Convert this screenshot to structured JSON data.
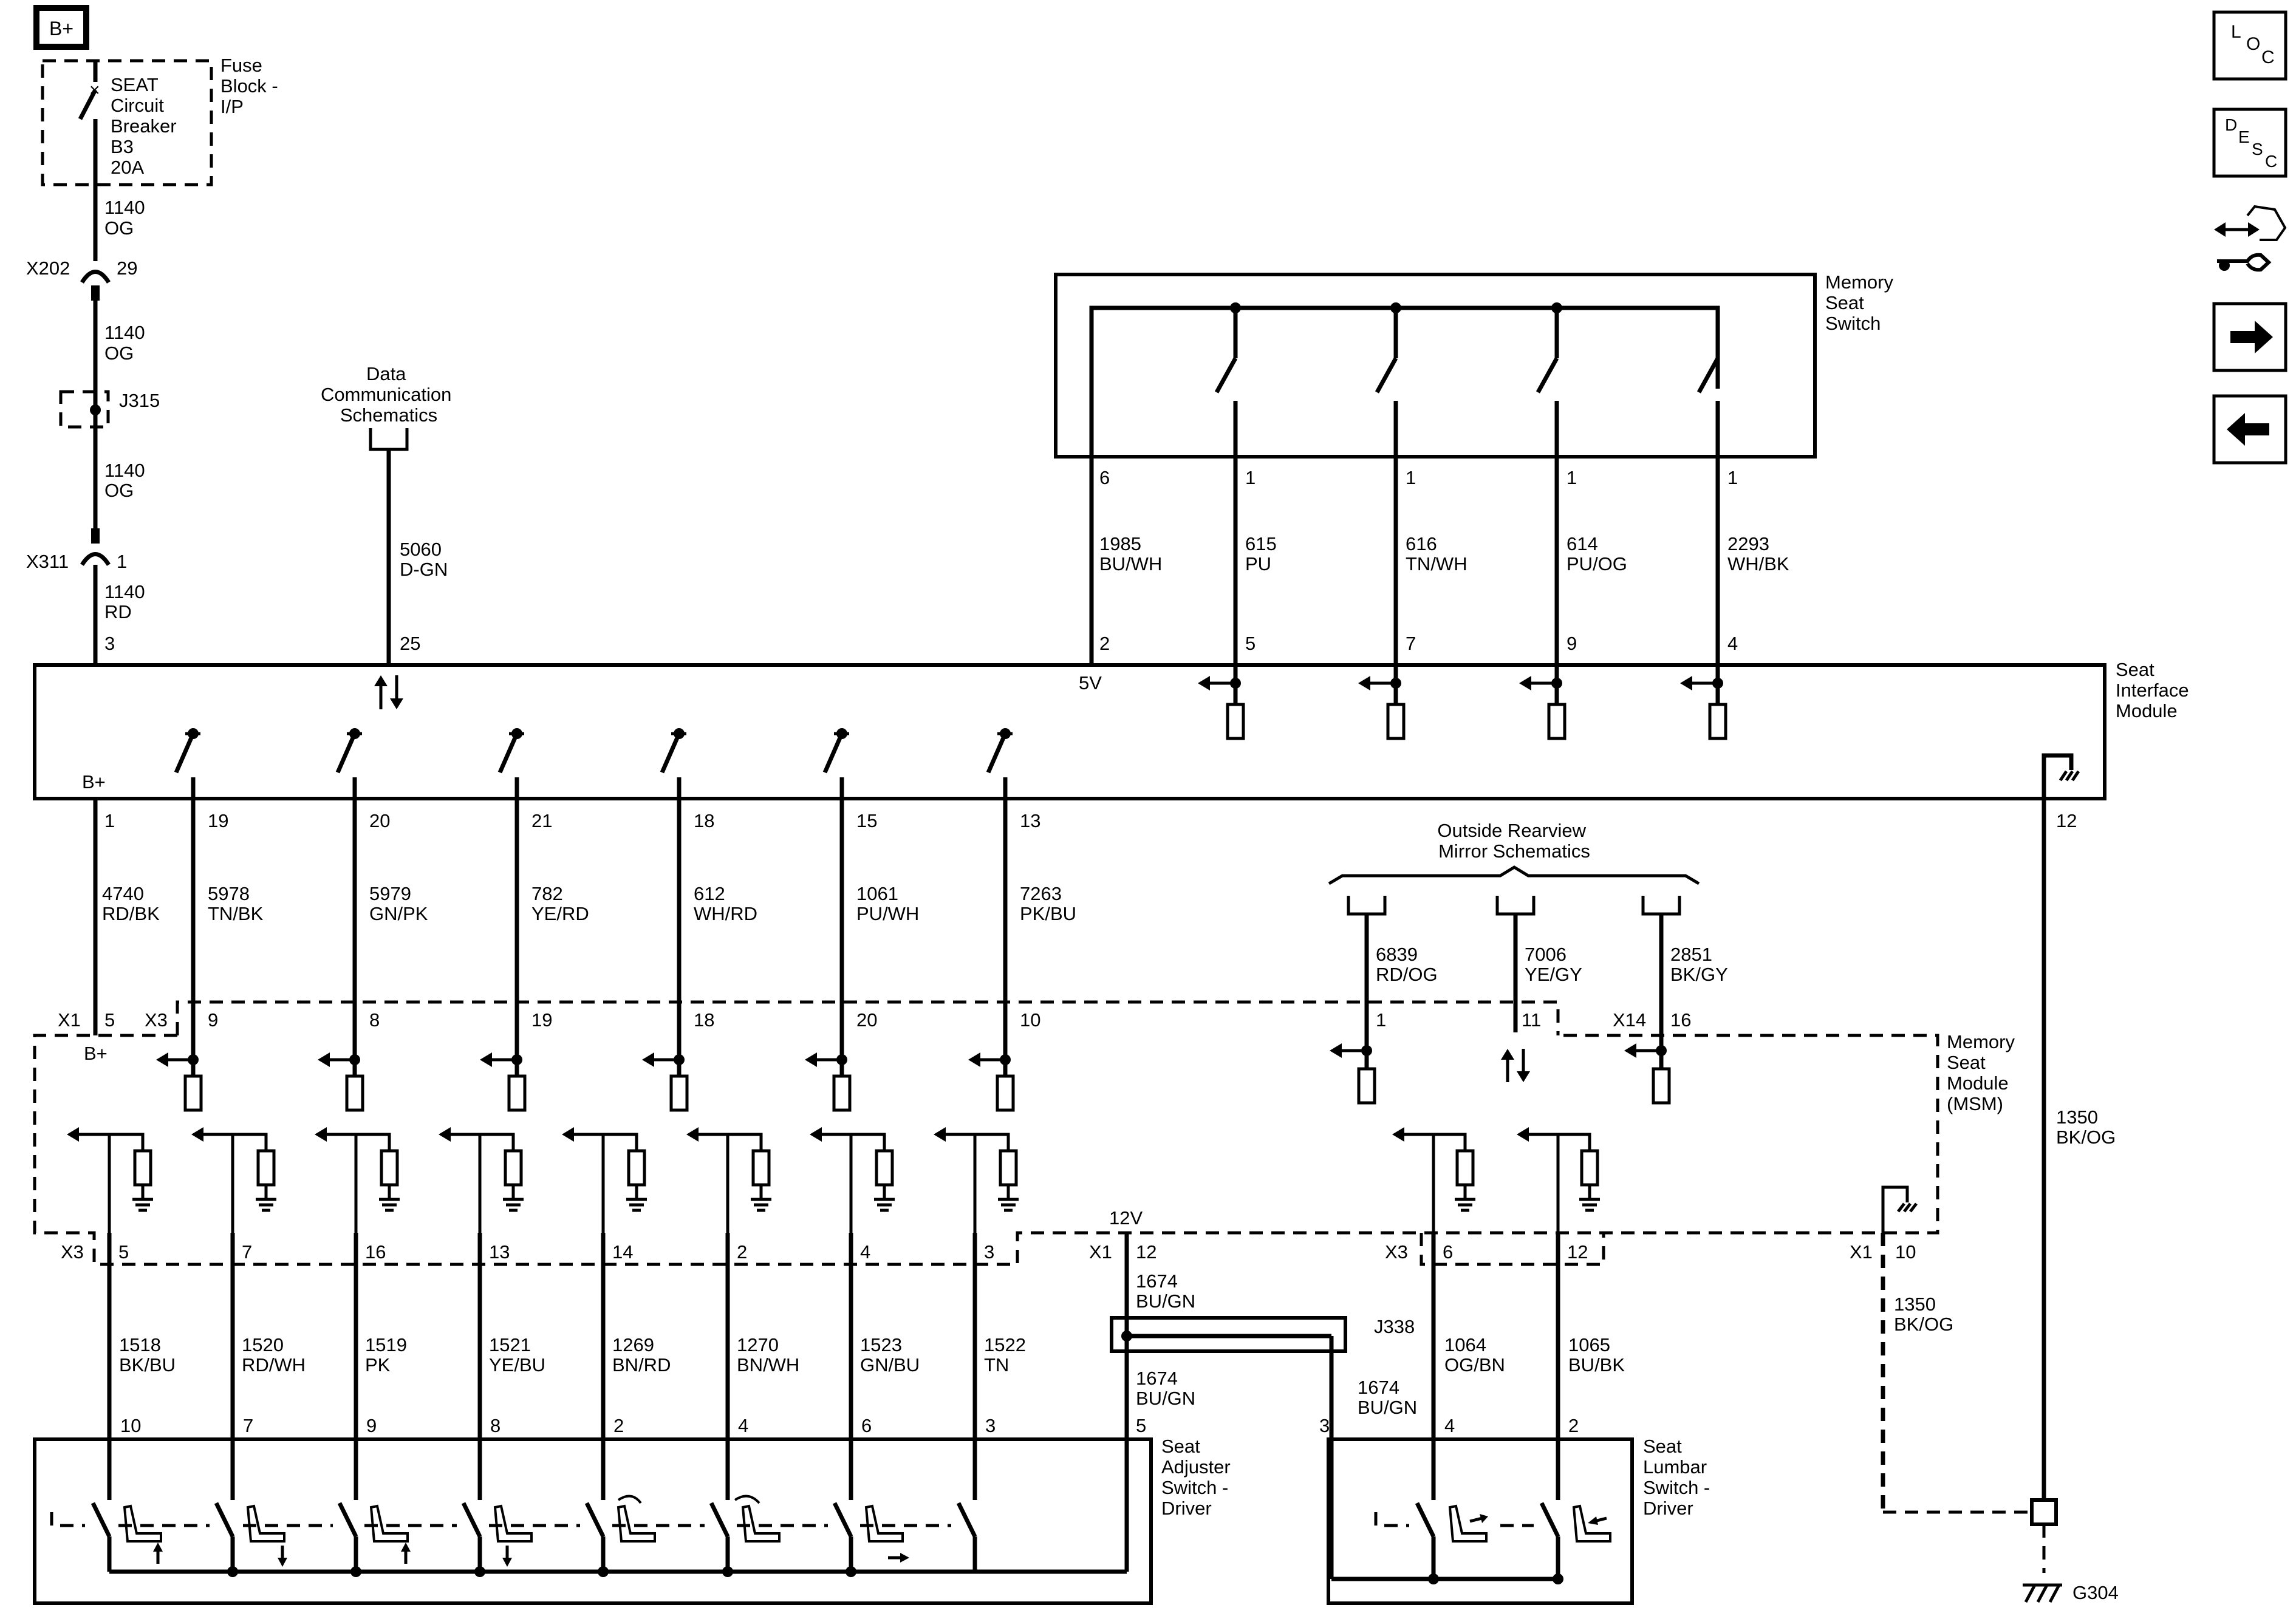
{
  "power": {
    "label": "B+"
  },
  "fuse_block": {
    "label": "Fuse Block - I/P",
    "lines": [
      "Fuse",
      "Block -",
      "I/P"
    ]
  },
  "breaker": {
    "lines": [
      "SEAT",
      "Circuit",
      "Breaker",
      "B3",
      "20A"
    ]
  },
  "connectors": {
    "x202": {
      "name": "X202",
      "pin": "29"
    },
    "x311": {
      "name": "X311",
      "pin": "1"
    },
    "j315": {
      "name": "J315"
    },
    "j338": {
      "name": "J338"
    }
  },
  "feed_wires": [
    {
      "circuit": "1140",
      "color": "OG"
    },
    {
      "circuit": "1140",
      "color": "OG"
    },
    {
      "circuit": "1140",
      "color": "OG"
    },
    {
      "circuit": "1140",
      "color": "RD"
    }
  ],
  "data_comm": {
    "lines": [
      "Data",
      "Communication",
      "Schematics"
    ],
    "circuit": "5060",
    "color": "D-GN",
    "pin": "25"
  },
  "memory_seat_switch": {
    "lines": [
      "Memory",
      "Seat",
      "Switch"
    ],
    "wires": [
      {
        "pin": "6",
        "circuit": "1985",
        "color": "BU/WH",
        "sim_pin": "2"
      },
      {
        "pin": "1",
        "circuit": "615",
        "color": "PU",
        "sim_pin": "5"
      },
      {
        "pin": "1",
        "circuit": "616",
        "color": "TN/WH",
        "sim_pin": "7"
      },
      {
        "pin": "1",
        "circuit": "614",
        "color": "PU/OG",
        "sim_pin": "9"
      },
      {
        "pin": "1",
        "circuit": "2293",
        "color": "WH/BK",
        "sim_pin": "4"
      }
    ]
  },
  "sim": {
    "lines": [
      "Seat",
      "Interface",
      "Module"
    ],
    "b_plus": "B+",
    "v5": "5V",
    "b_plus_pin": "3",
    "ground_pin": "12"
  },
  "sim_outputs": [
    {
      "sim_pin": "1",
      "circuit": "4740",
      "color": "RD/BK",
      "msm_conn": "X1",
      "msm_pin": "5"
    },
    {
      "sim_pin": "19",
      "circuit": "5978",
      "color": "TN/BK",
      "msm_conn": "X3",
      "msm_pin": "9"
    },
    {
      "sim_pin": "20",
      "circuit": "5979",
      "color": "GN/PK",
      "msm_pin": "8"
    },
    {
      "sim_pin": "21",
      "circuit": "782",
      "color": "YE/RD",
      "msm_pin": "19"
    },
    {
      "sim_pin": "18",
      "circuit": "612",
      "color": "WH/RD",
      "msm_pin": "18"
    },
    {
      "sim_pin": "15",
      "circuit": "1061",
      "color": "PU/WH",
      "msm_pin": "20"
    },
    {
      "sim_pin": "13",
      "circuit": "7263",
      "color": "PK/BU",
      "msm_pin": "10"
    }
  ],
  "mirror": {
    "lines": [
      "Outside Rearview",
      "Mirror Schematics"
    ],
    "wires": [
      {
        "circuit": "6839",
        "color": "RD/OG",
        "msm_conn": "",
        "msm_pin": "1"
      },
      {
        "circuit": "7006",
        "color": "YE/GY",
        "msm_conn": "",
        "msm_pin": "11"
      },
      {
        "circuit": "2851",
        "color": "BK/GY",
        "msm_conn": "X14",
        "msm_pin": "16"
      }
    ]
  },
  "msm": {
    "lines": [
      "Memory",
      "Seat",
      "Module",
      "(MSM)"
    ],
    "b_plus": "B+",
    "v12": "12V"
  },
  "ground_wire_1350_upper": {
    "circuit": "1350",
    "color": "BK/OG"
  },
  "ground_wire_1350_lower": {
    "circuit": "1350",
    "color": "BK/OG",
    "msm_conn": "X1",
    "msm_pin": "10"
  },
  "ground": {
    "name": "G304"
  },
  "adjuster_wires": [
    {
      "msm_conn": "X3",
      "msm_pin": "5",
      "circuit": "1518",
      "color": "BK/BU",
      "sw_pin": "10"
    },
    {
      "msm_pin": "7",
      "circuit": "1520",
      "color": "RD/WH",
      "sw_pin": "7"
    },
    {
      "msm_pin": "16",
      "circuit": "1519",
      "color": "PK",
      "sw_pin": "9"
    },
    {
      "msm_pin": "13",
      "circuit": "1521",
      "color": "YE/BU",
      "sw_pin": "8"
    },
    {
      "msm_pin": "14",
      "circuit": "1269",
      "color": "BN/RD",
      "sw_pin": "2"
    },
    {
      "msm_pin": "2",
      "circuit": "1270",
      "color": "BN/WH",
      "sw_pin": "4"
    },
    {
      "msm_pin": "4",
      "circuit": "1523",
      "color": "GN/BU",
      "sw_pin": "6"
    },
    {
      "msm_pin": "3",
      "circuit": "1522",
      "color": "TN",
      "sw_pin": "3"
    }
  ],
  "supply_12v": {
    "msm_conn": "X1",
    "msm_pin": "12",
    "upper": {
      "circuit": "1674",
      "color": "BU/GN"
    },
    "left": {
      "circuit": "1674",
      "color": "BU/GN",
      "sw_pin": "5"
    },
    "right": {
      "circuit": "1674",
      "color": "BU/GN",
      "sw_pin": "3"
    }
  },
  "lumbar_wires": [
    {
      "msm_conn": "X3",
      "msm_pin": "6",
      "circuit": "1064",
      "color": "OG/BN",
      "sw_pin": "4"
    },
    {
      "msm_pin": "12",
      "circuit": "1065",
      "color": "BU/BK",
      "sw_pin": "2"
    }
  ],
  "seat_adjuster": {
    "lines": [
      "Seat",
      "Adjuster",
      "Switch -",
      "Driver"
    ]
  },
  "lumbar_switch": {
    "lines": [
      "Seat",
      "Lumbar",
      "Switch -",
      "Driver"
    ]
  },
  "nav": {
    "loc": [
      "L",
      "O",
      "C"
    ],
    "desc": [
      "D",
      "E",
      "S",
      "C"
    ],
    "icons": [
      "connector-repair-icon",
      "next-arrow-icon",
      "previous-arrow-icon"
    ]
  }
}
